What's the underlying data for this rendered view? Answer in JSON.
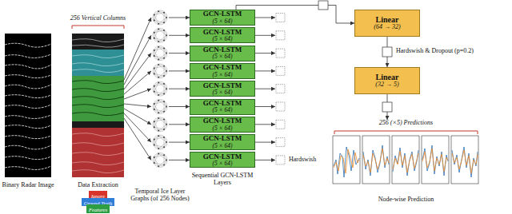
{
  "diagram": {
    "nodes": [
      {
        "text": [
          "Binary Radar Image"
        ]
      },
      {
        "text": [
          "256 Vertical Columns",
          "Data Extraction"
        ]
      },
      {
        "text": [
          "Temporal Ice Layer Graphs (of 256 Nodes)"
        ]
      },
      {
        "text": [
          "GCN-LSTM",
          "(5 × 64)"
        ]
      },
      {
        "text": [
          "GCN-LSTM",
          "(5 × 64)"
        ]
      },
      {
        "text": [
          "GCN-LSTM",
          "(5 × 64)"
        ]
      },
      {
        "text": [
          "GCN-LSTM",
          "(5 × 64)"
        ]
      },
      {
        "text": [
          "GCN-LSTM",
          "(5 × 64)"
        ]
      },
      {
        "text": [
          "GCN-LSTM",
          "(5 × 64)"
        ]
      },
      {
        "text": [
          "GCN-LSTM",
          "(5 × 64)"
        ]
      },
      {
        "text": [
          "GCN-LSTM",
          "(5 × 64)"
        ]
      },
      {
        "text": [
          "GCN-LSTM",
          "(5 × 64)"
        ]
      },
      {
        "text": [
          "Linear",
          "(64 → 32)"
        ]
      },
      {
        "text": [
          "Linear",
          "(32 → 5)"
        ]
      },
      {
        "text": [
          "256 (×5) Predictions",
          "Node-wise Prediction"
        ]
      }
    ],
    "edges": [
      {
        "from": 1,
        "to": 2,
        "arrow": "to"
      },
      {
        "from": 1,
        "to": 2,
        "arrow": "to"
      },
      {
        "from": 1,
        "to": 2,
        "arrow": "to"
      },
      {
        "from": 1,
        "to": 2,
        "arrow": "to"
      },
      {
        "from": 1,
        "to": 2,
        "arrow": "to"
      },
      {
        "from": 1,
        "to": 2,
        "arrow": "to"
      },
      {
        "from": 1,
        "to": 2,
        "arrow": "to"
      },
      {
        "from": 1,
        "to": 2,
        "arrow": "to"
      },
      {
        "from": 1,
        "to": 2,
        "arrow": "to"
      },
      {
        "from": 2,
        "to": 3,
        "arrow": "to"
      },
      {
        "from": 2,
        "to": 4,
        "arrow": "to"
      },
      {
        "from": 2,
        "to": 5,
        "arrow": "to"
      },
      {
        "from": 2,
        "to": 6,
        "arrow": "to"
      },
      {
        "from": 2,
        "to": 7,
        "arrow": "to"
      },
      {
        "from": 2,
        "to": 8,
        "arrow": "to"
      },
      {
        "from": 2,
        "to": 9,
        "arrow": "to"
      },
      {
        "from": 2,
        "to": 10,
        "arrow": "to"
      },
      {
        "from": 2,
        "to": 11,
        "arrow": "to"
      },
      {
        "from": 3,
        "to": 12,
        "arrow": "to"
      },
      {
        "from": 12,
        "to": 13,
        "arrow": "to"
      },
      {
        "from": 13,
        "to": 14,
        "arrow": "to"
      }
    ],
    "labels": [
      "Hardswish",
      "Hardswish & Dropout (p=0.2)",
      "Sequential GCN-LSTM Layers"
    ],
    "legend": [
      {
        "text": "Ignore",
        "color": "#d9342b"
      },
      {
        "text": "Ground Truth",
        "color": "#2f7ed8"
      },
      {
        "text": "Features",
        "color": "#2e9e44"
      }
    ]
  }
}
